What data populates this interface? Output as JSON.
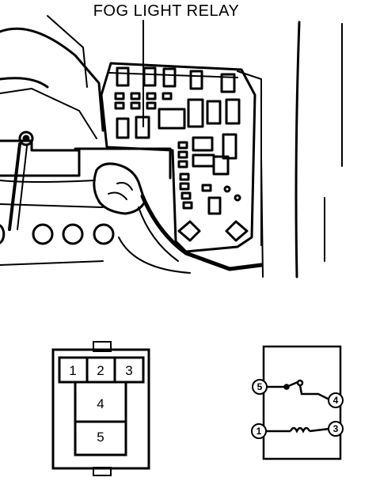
{
  "caption": "FOG LIGHT RELAY",
  "connector": {
    "top_pins": [
      "1",
      "2",
      "3"
    ],
    "middle_pin": "4",
    "bottom_pin": "5"
  },
  "schematic": {
    "terminal_5": "5",
    "terminal_4": "4",
    "terminal_1": "1",
    "terminal_3": "3"
  },
  "colors": {
    "line": "#000000",
    "background": "#ffffff"
  }
}
